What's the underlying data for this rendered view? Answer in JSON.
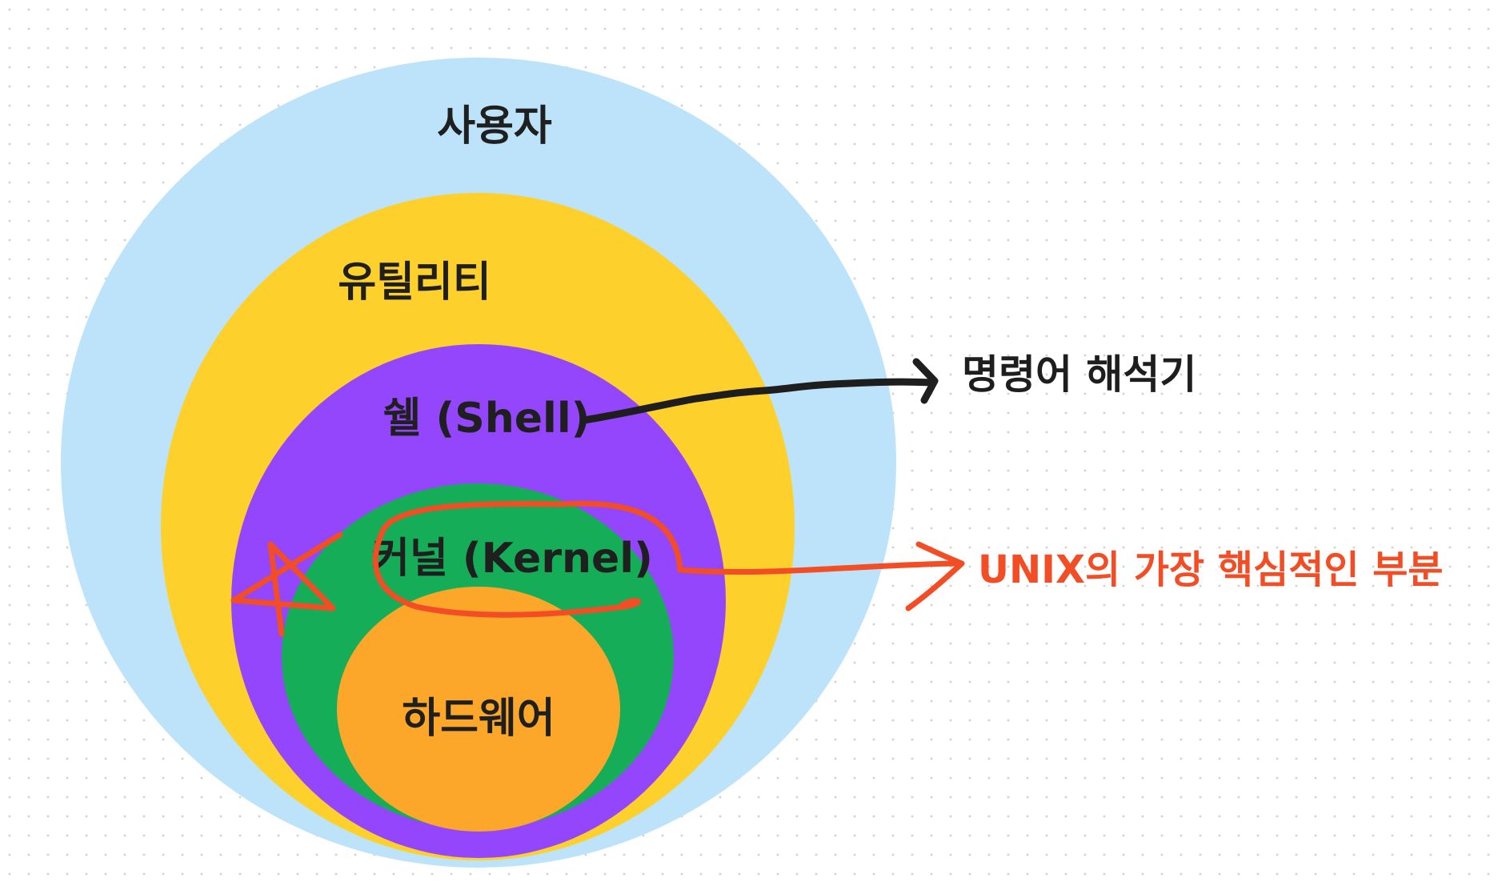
{
  "layers": {
    "user": {
      "label": "사용자",
      "color": "#bde3fa"
    },
    "utility": {
      "label": "유틸리티",
      "color": "#fdd02b"
    },
    "shell": {
      "label": "쉘 (Shell)",
      "color": "#9346fb"
    },
    "kernel": {
      "label": "커널 (Kernel)",
      "color": "#15ad58"
    },
    "hardware": {
      "label": "하드웨어",
      "color": "#fca62a"
    }
  },
  "annotations": {
    "shell_note": {
      "text": "명령어 해석기",
      "color": "#1e1e1e"
    },
    "kernel_note": {
      "text": "UNIX의 가장 핵심적인 부분",
      "color": "#f24d24"
    }
  }
}
